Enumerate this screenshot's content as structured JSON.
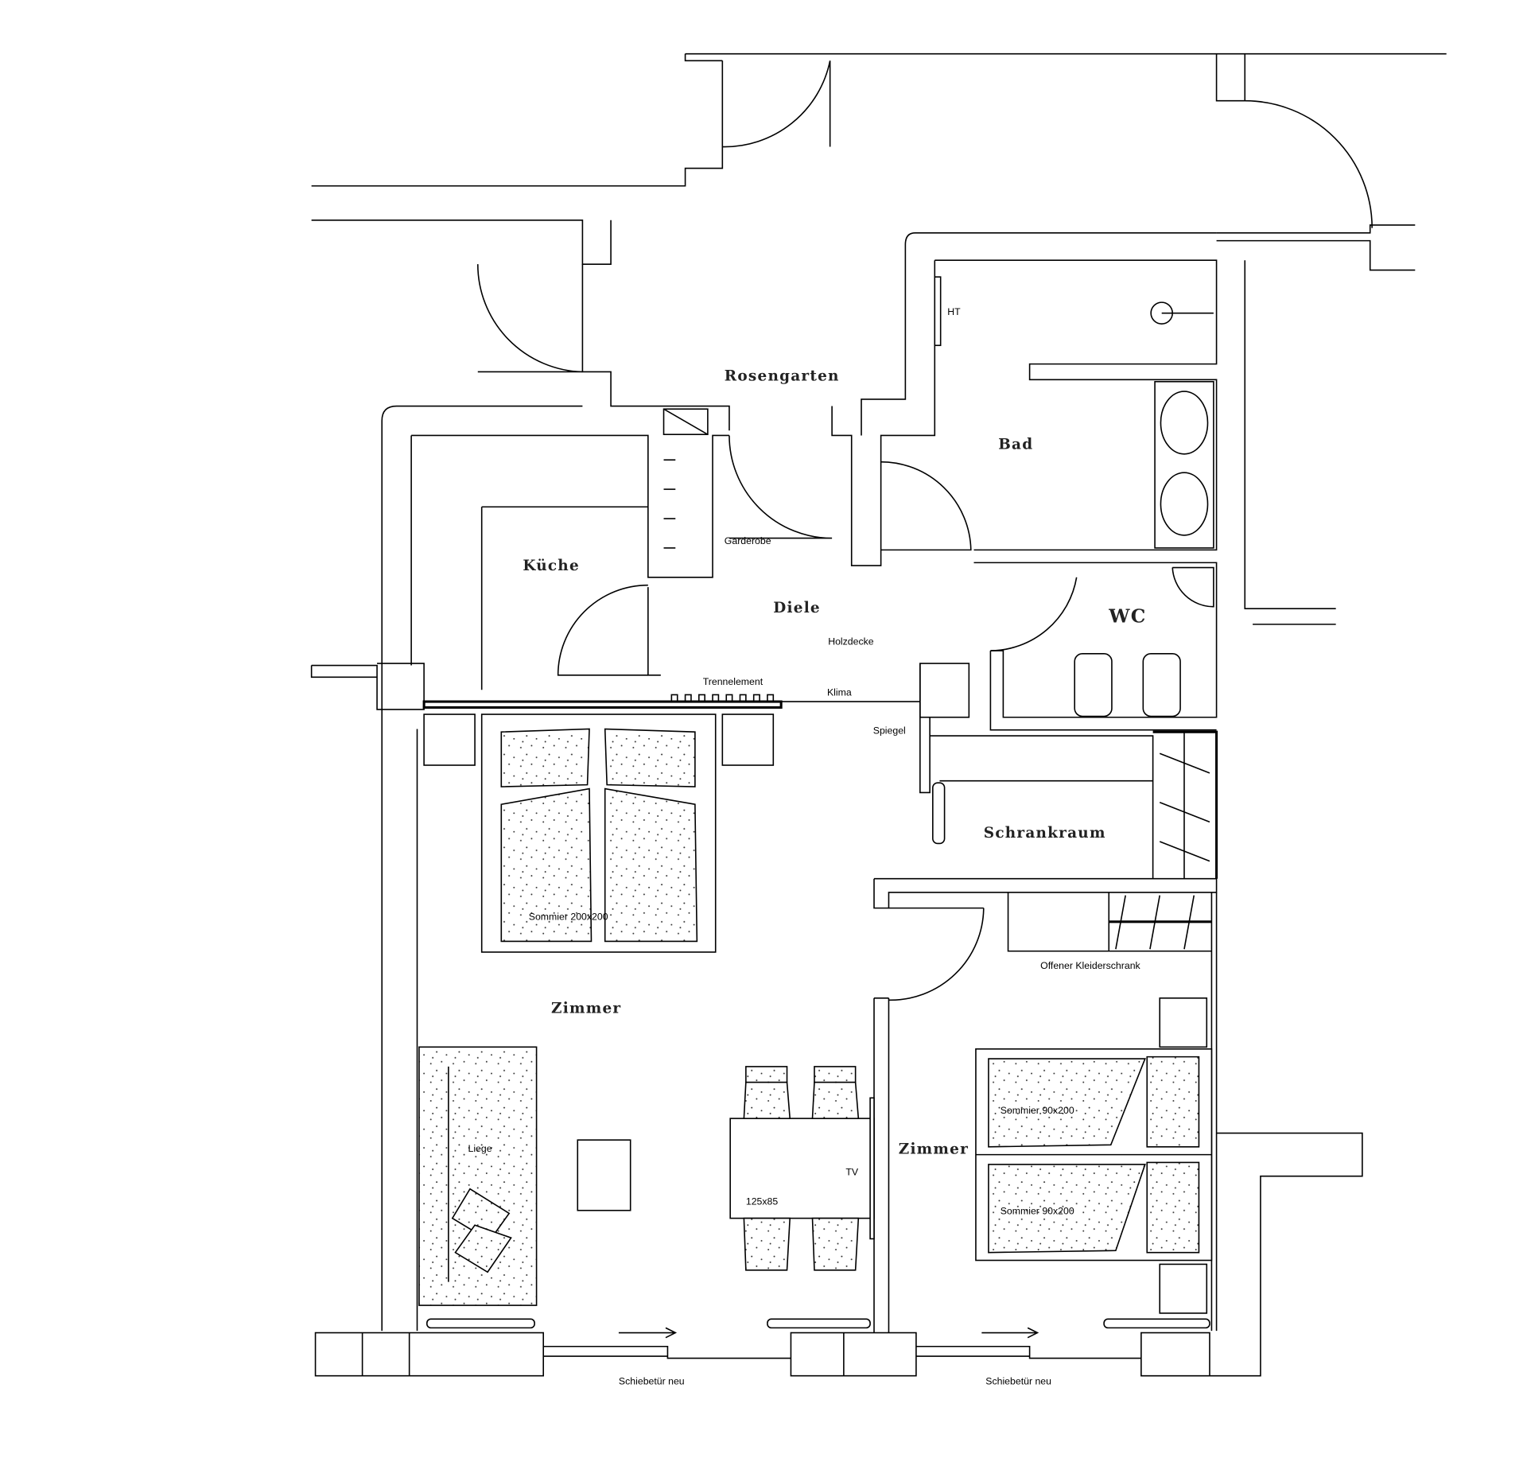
{
  "plan": {
    "rooms": {
      "rosengarten": "Rosengarten",
      "bad": "Bad",
      "kueche": "Küche",
      "diele": "Diele",
      "wc": "WC",
      "schrankraum": "Schrankraum",
      "zimmer_main": "Zimmer",
      "zimmer_small": "Zimmer"
    },
    "annotations": {
      "ht": "HT",
      "garderobe": "Garderobe",
      "holzdecke": "Holzdecke",
      "trennelement": "Trennelement",
      "klima": "Klima",
      "spiegel": "Spiegel",
      "offener_kleiderschrank": "Offener Kleiderschrank",
      "sommier_double": "Sommier 200x200",
      "liege": "Liege",
      "table": "125x85",
      "tv": "TV",
      "sommier_single_1": "Sommier 90x200",
      "sommier_single_2": "Sommier 90x200",
      "schiebetuer_1": "Schiebetür neu",
      "schiebetuer_2": "Schiebetür neu"
    }
  }
}
